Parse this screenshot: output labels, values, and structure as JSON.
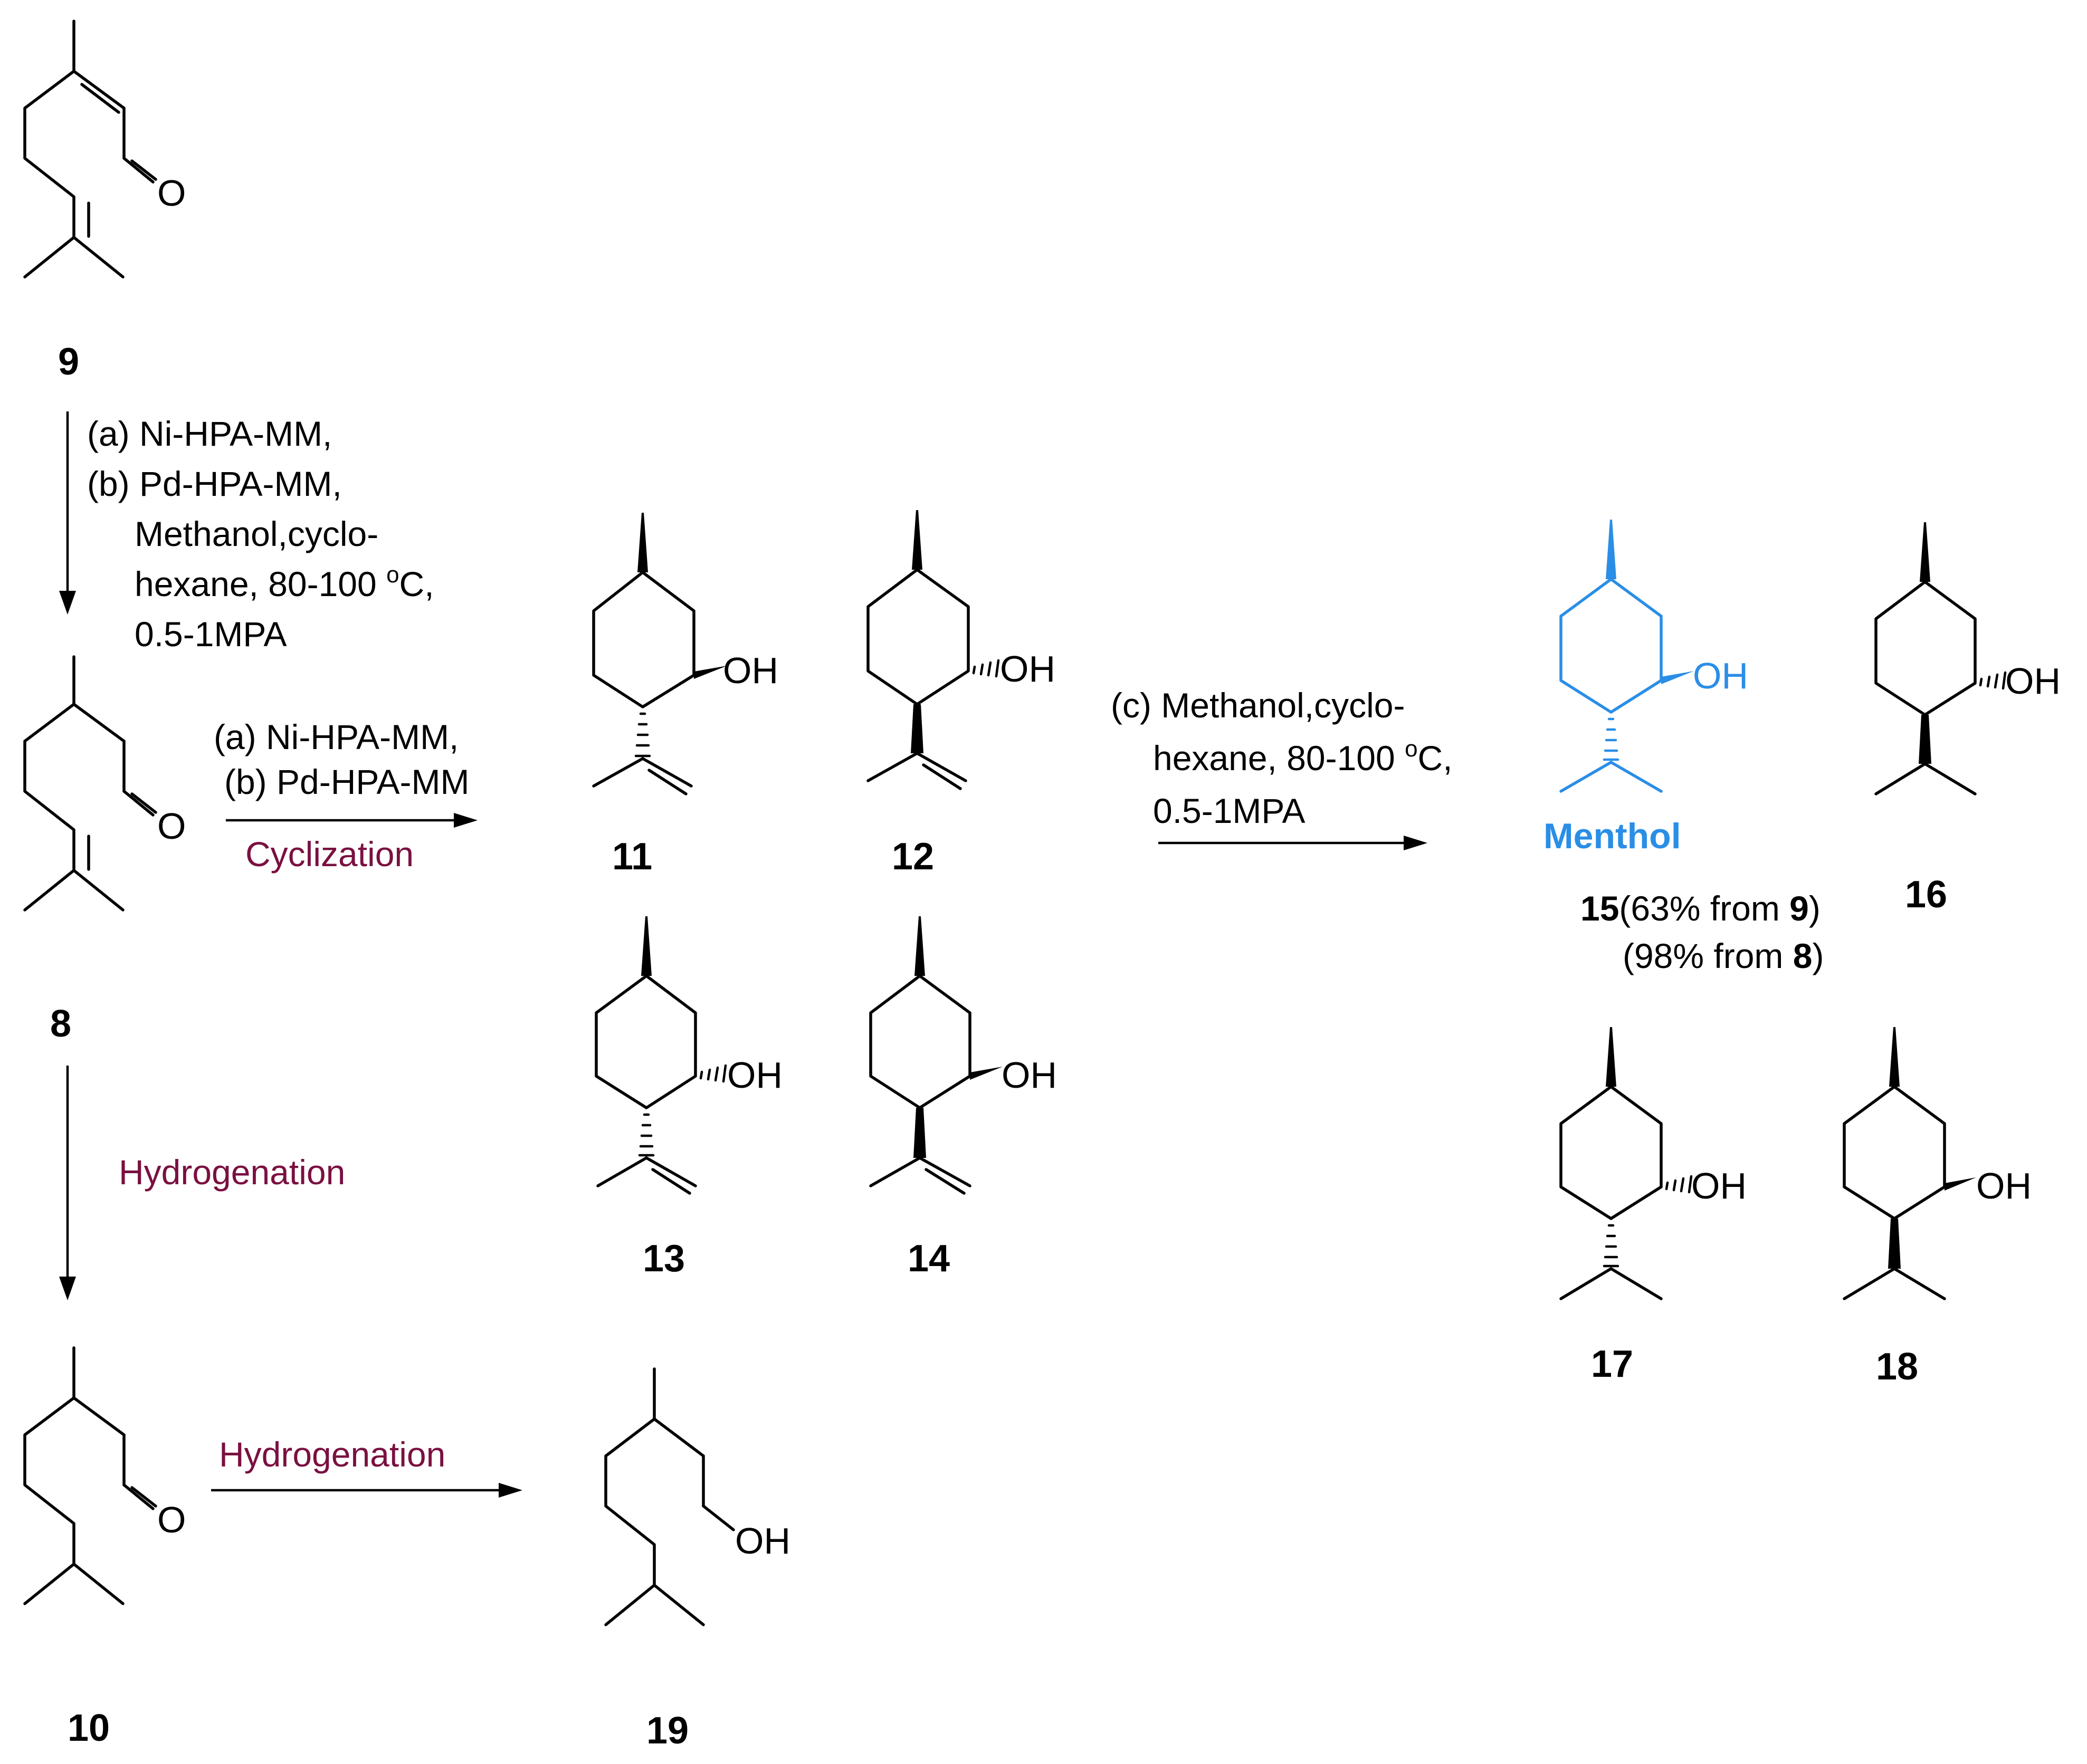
{
  "atoms": {
    "O": "O",
    "OH": "OH"
  },
  "compounds": {
    "c9": "9",
    "c8": "8",
    "c10": "10",
    "c11": "11",
    "c12": "12",
    "c13": "13",
    "c14": "14",
    "c15": "15",
    "c16": "16",
    "c17": "17",
    "c18": "18",
    "c19": "19"
  },
  "step1": {
    "line1": "(a) Ni-HPA-MM,",
    "line2": "(b) Pd-HPA-MM,",
    "line3": "Methanol,cyclo-",
    "line4_pre": "hexane, 80-100 ",
    "line4_sup": "o",
    "line4_post": "C,",
    "line5": "0.5-1MPA"
  },
  "step2": {
    "line1": "(a) Ni-HPA-MM,",
    "line2": "(b) Pd-HPA-MM",
    "label": "Cyclization"
  },
  "step3": {
    "line1": "(c) Methanol,cyclo-",
    "line2_pre": "hexane, 80-100 ",
    "line2_sup": "o",
    "line2_post": "C,",
    "line3": "0.5-1MPA"
  },
  "hydrogenation": {
    "vertical": "Hydrogenation",
    "horizontal": "Hydrogenation"
  },
  "menthol": {
    "name": "Menthol",
    "yield1_post": "(63% from ",
    "yield1_ref": "9",
    "yield1_end": ")",
    "yield2_pre": "(98% from ",
    "yield2_ref": "8",
    "yield2_end": ")"
  },
  "colors": {
    "highlight": "#2a8ee6",
    "reaction_label": "#7a1040"
  }
}
